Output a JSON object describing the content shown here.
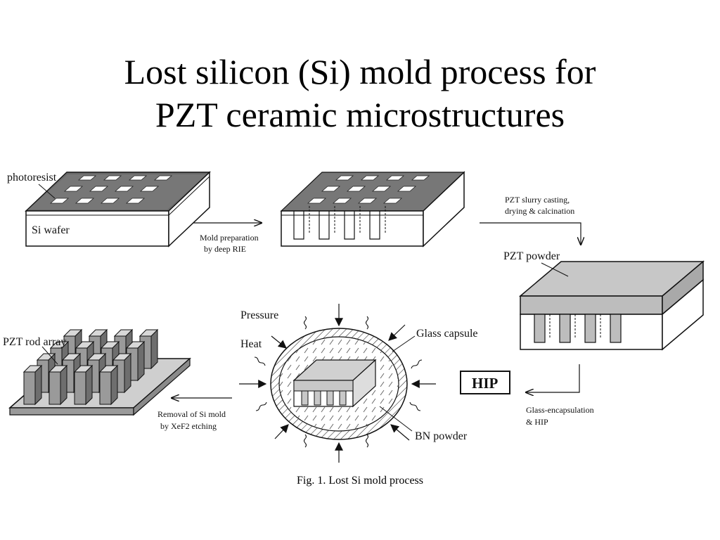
{
  "title": {
    "line1": "Lost silicon (Si) mold process for",
    "line2": "PZT ceramic microstructures"
  },
  "diagram": {
    "labels": {
      "photoresist": "photoresist",
      "si_wafer": "Si wafer",
      "mold_prep_1": "Mold preparation",
      "mold_prep_2": "by deep RIE",
      "slurry_1": "PZT slurry casting,",
      "slurry_2": "drying & calcination",
      "pzt_powder": "PZT powder",
      "hip_box": "HIP",
      "glass_encap_1": "Glass-encapsulation",
      "glass_encap_2": "& HIP",
      "pressure": "Pressure",
      "heat": "Heat",
      "glass_capsule": "Glass capsule",
      "bn_powder": "BN powder",
      "removal_1": "Removal of Si mold",
      "removal_2": "by XeF2 etching",
      "pzt_rod_array": "PZT rod array"
    },
    "caption": "Fig. 1. Lost Si mold process"
  },
  "colors": {
    "ink": "#111111",
    "photoresist_dark": "#555555",
    "pzt_gray": "#b8b8b8",
    "rod_gray": "#9a9a9a",
    "background": "#ffffff"
  }
}
